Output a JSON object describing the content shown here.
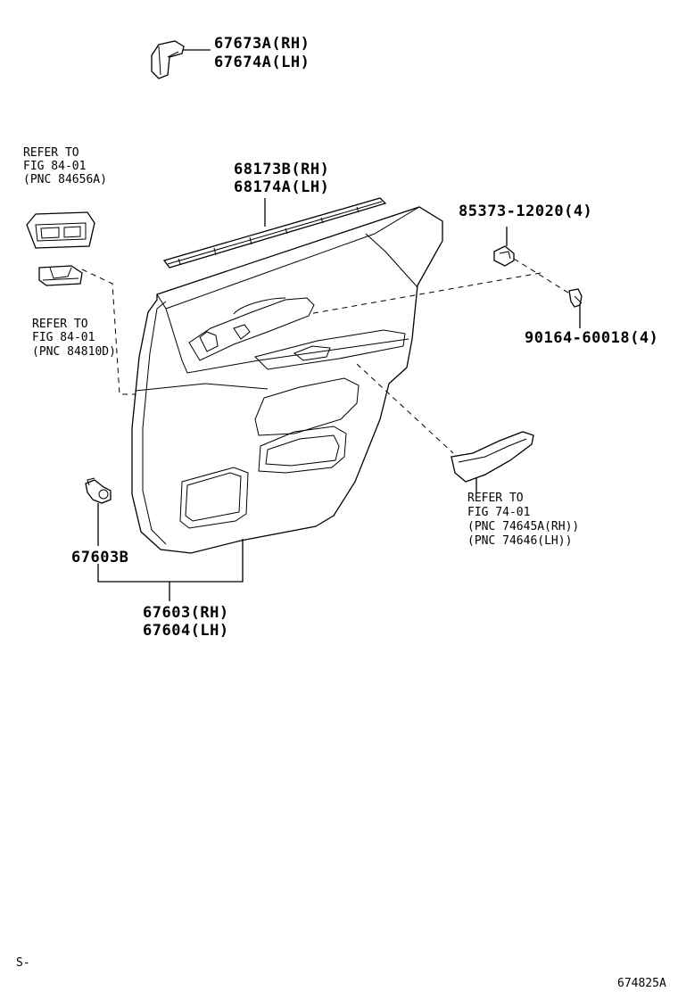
{
  "labels": {
    "pn_67673A": "67673A(RH)",
    "pn_67674A": "67674A(LH)",
    "pn_68173B": "68173B(RH)",
    "pn_68174A": "68174A(LH)",
    "pn_85373": "85373-12020(4)",
    "pn_90164": "90164-60018(4)",
    "pn_67603B": "67603B",
    "pn_67603": "67603(RH)",
    "pn_67604": "67604(LH)",
    "ref1_line1": "REFER TO",
    "ref1_line2": "FIG 84-01",
    "ref1_line3": "(PNC 84656A)",
    "ref2_line1": "REFER TO",
    "ref2_line2": "FIG 84-01",
    "ref2_line3": "(PNC 84810D)",
    "ref3_line1": "REFER TO",
    "ref3_line2": "FIG 74-01",
    "ref3_line3": "(PNC 74645A(RH))",
    "ref3_line4": "(PNC 74646(LH))",
    "corner_left": "S-",
    "corner_right": "674825A"
  }
}
